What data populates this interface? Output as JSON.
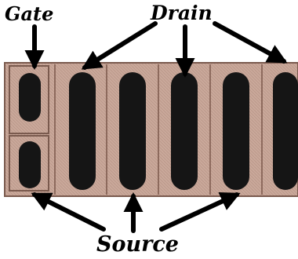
{
  "labels": {
    "gate": "Gate",
    "drain": "Drain",
    "source": "Source"
  },
  "colors": {
    "background": "#ffffff",
    "die_fill": "#c9a89a",
    "die_border": "#7a5a4e",
    "finger": "#151515",
    "arrow": "#000000"
  }
}
